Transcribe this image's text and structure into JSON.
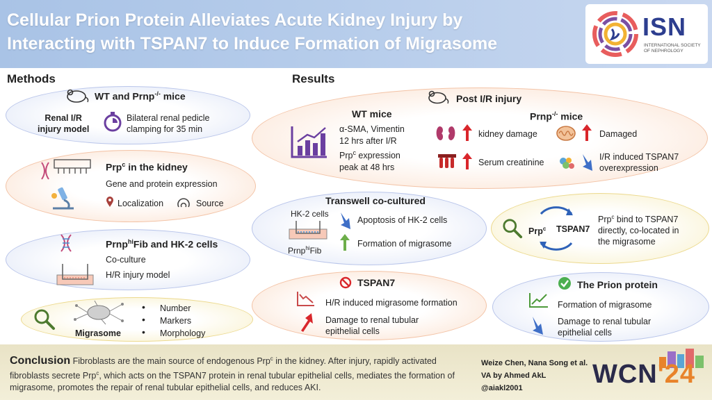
{
  "header": {
    "title_line1": "Cellular Prion Protein Alleviates Acute Kidney Injury by",
    "title_line2": "Interacting with TSPAN7 to Induce Formation of Migrasome",
    "logo_name": "ISN",
    "logo_sub1": "INTERNATIONAL SOCIETY",
    "logo_sub2": "OF NEPHROLOGY"
  },
  "methods": {
    "heading": "Methods",
    "mice": {
      "title": "WT and Prnp",
      "title_sup": "-/-",
      "title_end": " mice",
      "model_l1": "Renal I/R",
      "model_l2": "injury model",
      "desc_l1": "Bilateral renal pedicle",
      "desc_l2": "clamping for 35 min"
    },
    "kidney": {
      "title": "Prp",
      "title_sup": "c",
      "title_end": " in the kidney",
      "line1": "Gene and protein expression",
      "localization": "Localization",
      "source": "Source"
    },
    "cells": {
      "title": "Prnp",
      "title_sup": "hi",
      "title_end": "Fib and HK-2 cells",
      "line1": "Co-culture",
      "line2": "H/R injury model"
    },
    "migrasome": {
      "label": "Migrasome",
      "bullets": [
        "Number",
        "Markers",
        "Morphology"
      ]
    }
  },
  "results": {
    "heading": "Results",
    "post_ir": {
      "title": "Post I/R injury",
      "wt_title": "WT mice",
      "wt_l1": "α-SMA, Vimentin",
      "wt_l2": "12 hrs after I/R",
      "wt_l3": "Prp",
      "wt_l3_sup": "c",
      "wt_l3_end": " expression",
      "wt_l4": "peak at 48 hrs",
      "ko_title": "Prnp",
      "ko_sup": "-/-",
      "ko_end": " mice",
      "kidney_damage": "kidney damage",
      "serum_creatinine": "Serum creatinine",
      "damaged": "Damaged",
      "tspan_l1": "I/R induced TSPAN7",
      "tspan_l2": "overexpression"
    },
    "transwell": {
      "title": "Transwell co-cultured",
      "hk2": "HK-2 cells",
      "prnp": "Prnp",
      "prnp_sup": "hi",
      "prnp_end": "Fib",
      "apoptosis": "Apoptosis of HK-2 cells",
      "formation": "Formation of migrasome"
    },
    "bind": {
      "prpc": "Prp",
      "prpc_sup": "c",
      "tspan": "TSPAN7",
      "l1": "Prp",
      "l1_sup": "c",
      "l1_end": " bind to TSPAN7",
      "l2": "directly, co-located in",
      "l3": "the migrasome"
    },
    "tspan7": {
      "title": "TSPAN7",
      "l1": "H/R induced migrasome formation",
      "l2": "Damage to renal tubular",
      "l3": "epithelial cells"
    },
    "prion": {
      "title": "The Prion protein",
      "l1": "Formation of migrasome",
      "l2": "Damage to renal tubular",
      "l3": "epithelial cells"
    }
  },
  "conclusion": {
    "label": "Conclusion",
    "t1": " Fibroblasts are the main source of endogenous Prp",
    "t1_sup": "c",
    "t2": " in the kidney. After injury, rapidly activated fibroblasts secrete Prp",
    "t2_sup": "c",
    "t3": ", which acts on the TSPAN7 protein in renal tubular epithelial cells, mediates the formation of migrasome, promotes the repair of renal tubular epithelial cells, and reduces AKI."
  },
  "credits": {
    "authors": "Weize Chen, Nana Song et al.",
    "va": "VA by Ahmed AkL",
    "handle": "@aiakl2001",
    "wcn": "WCN",
    "wcn_year": "'24"
  },
  "colors": {
    "header": "#b7cdeb",
    "arrow_up": "#d9262b",
    "arrow_down": "#3f6fc7",
    "arrow_up_green": "#6dae4a",
    "check": "#4caf50",
    "ban": "#d9262b"
  }
}
